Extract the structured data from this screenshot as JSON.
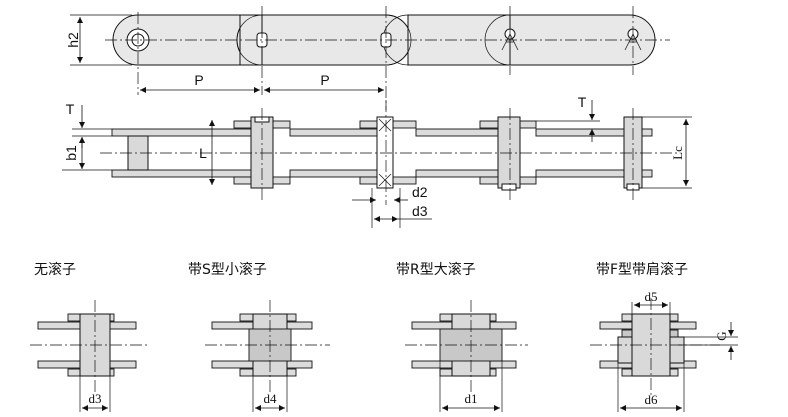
{
  "labels": {
    "h2": "h2",
    "p1": "P",
    "p2": "P",
    "t_left": "T",
    "t_right": "T",
    "b1": "b1",
    "l": "L",
    "lc": "Lc",
    "d2": "d2",
    "d3": "d3"
  },
  "variants": [
    {
      "title": "无滚子",
      "dim": "d3"
    },
    {
      "title": "带S型小滚子",
      "dim": "d4"
    },
    {
      "title": "带R型大滚子",
      "dim": "d1"
    },
    {
      "title": "带F型带肩滚子",
      "dim_top": "d5",
      "dim_bottom": "d6",
      "side": "G"
    }
  ]
}
